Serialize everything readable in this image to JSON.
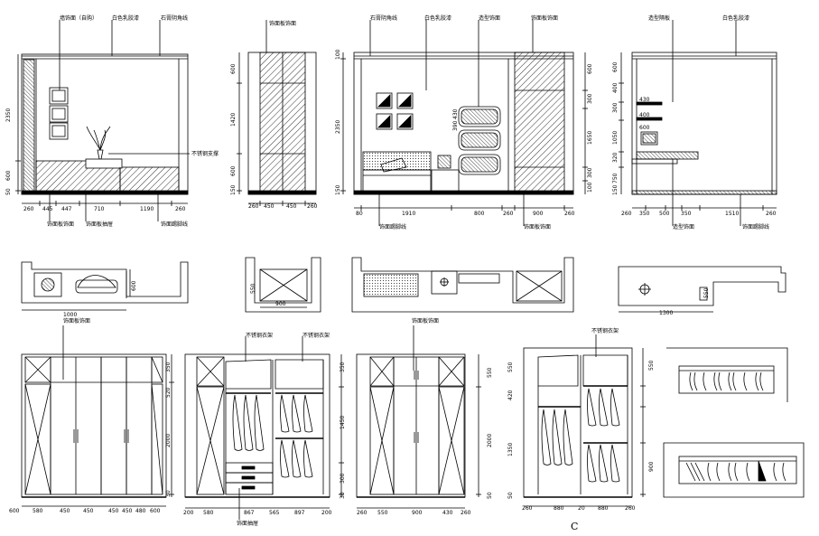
{
  "annotations": {
    "e1_top1": "墙饰面（自购）",
    "e1_top2": "白色乳胶漆",
    "e1_top3": "石膏阴角线",
    "e1_side": "不锈钢支撑",
    "e1_bot1": "饰面板饰面",
    "e1_bot2": "饰面板抽屉",
    "e1_bot3": "饰面踢脚线",
    "e2_top": "饰面板饰面",
    "e3_top1": "石膏阴角线",
    "e3_top2": "白色乳胶漆",
    "e3_top3": "造型饰面",
    "e3_top4": "饰面板饰面",
    "e3_bot1": "饰面踢脚线",
    "e3_bot2": "饰面板饰面",
    "e4_top1": "造型隔板",
    "e4_top2": "白色乳胶漆",
    "e4_bot1": "造型饰面",
    "e4_bot2": "饰面踢脚线",
    "w1_top": "饰面板饰面",
    "w2_top1": "不锈钢衣架",
    "w2_top2": "不锈钢衣架",
    "w2_bot": "饰面抽屉",
    "w3_top": "饰面板饰面",
    "w4_top": "不锈钢衣架",
    "letter": "C"
  },
  "dims": {
    "e1_v": [
      "2350",
      "600",
      "50"
    ],
    "e1_h": [
      "260",
      "445",
      "447",
      "710",
      "1190",
      "260"
    ],
    "e2_v": [
      "600",
      "1420",
      "600",
      "150"
    ],
    "e2_h": [
      "260",
      "450",
      "450",
      "260"
    ],
    "e3_v": [
      "100",
      "2350",
      "150"
    ],
    "e3_v2": [
      "600",
      "300",
      "1650",
      "300",
      "100"
    ],
    "e3_v3": [
      "390",
      "430"
    ],
    "e3_h": [
      "80",
      "1910",
      "800",
      "260",
      "900",
      "260"
    ],
    "e4_v": [
      "600",
      "400",
      "300",
      "1050",
      "320",
      "750",
      "150"
    ],
    "e4_v2": [
      "430",
      "400",
      "600"
    ],
    "e4_h": [
      "260",
      "350",
      "500",
      "350",
      "1510",
      "260"
    ],
    "p1": [
      "600",
      "1000"
    ],
    "p2": [
      "550",
      "900"
    ],
    "p4": [
      "550",
      "1300"
    ],
    "w1_v": [
      "350",
      "520",
      "2000",
      "30"
    ],
    "w1_h": [
      "600",
      "580",
      "450",
      "450",
      "450",
      "450",
      "480",
      "600"
    ],
    "w2_v": [
      "350",
      "1450",
      "300",
      "30"
    ],
    "w2_h": [
      "200",
      "580",
      "867",
      "565",
      "897",
      "200"
    ],
    "w3_v": [
      "550",
      "2000",
      "50"
    ],
    "w3_h": [
      "260",
      "550",
      "900",
      "430",
      "260"
    ],
    "w4_v": [
      "550",
      "420",
      "1350",
      "550",
      "900",
      "50"
    ],
    "w4_h": [
      "260",
      "880",
      "20",
      "880",
      "260"
    ]
  }
}
